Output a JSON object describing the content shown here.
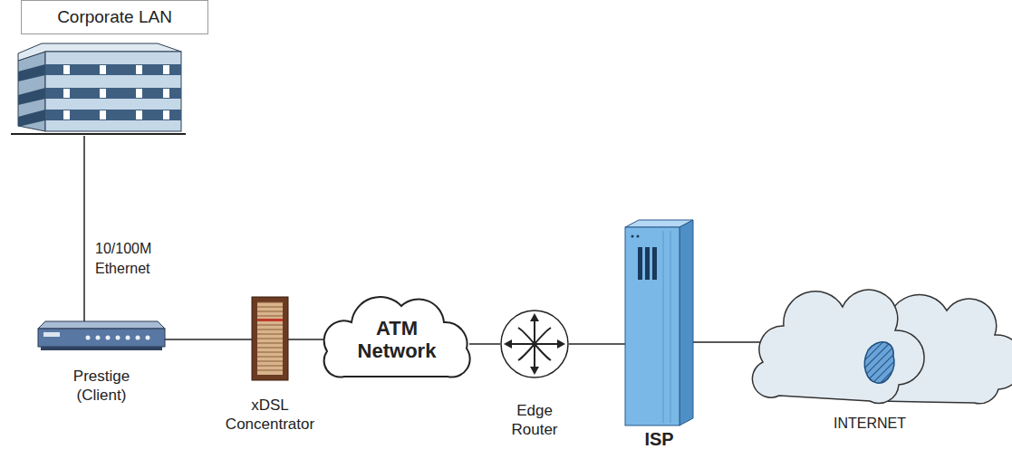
{
  "diagram": {
    "nodes": [
      {
        "text": [
          "Corporate LAN"
        ]
      },
      {
        "text": [
          "Prestige (Client)"
        ]
      },
      {
        "text": [
          "xDSL Concentrator"
        ]
      },
      {
        "text": [
          "ATM Network"
        ]
      },
      {
        "text": [
          "Edge Router"
        ]
      },
      {
        "text": [
          "ISP"
        ]
      },
      {
        "text": [
          "INTERNET"
        ]
      }
    ],
    "edges": [
      {
        "from": 0,
        "to": 1,
        "arrow": "none",
        "label": "10/100M Ethernet"
      },
      {
        "from": 1,
        "to": 2,
        "arrow": "none"
      },
      {
        "from": 2,
        "to": 3,
        "arrow": "none"
      },
      {
        "from": 3,
        "to": 4,
        "arrow": "none"
      },
      {
        "from": 4,
        "to": 5,
        "arrow": "none"
      },
      {
        "from": 5,
        "to": 6,
        "arrow": "none"
      }
    ]
  }
}
